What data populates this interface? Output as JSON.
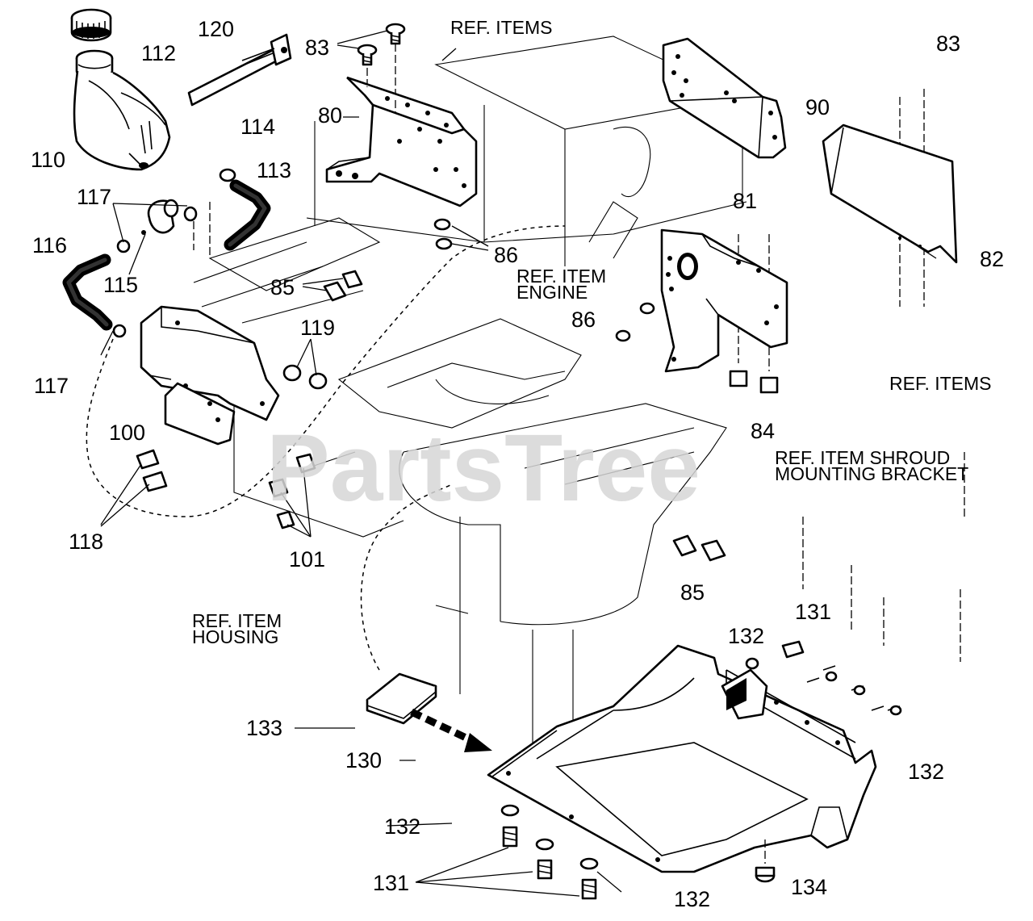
{
  "watermark": "PartsTree",
  "part_labels": {
    "p80": "80",
    "p81": "81",
    "p82": "82",
    "p83a": "83",
    "p83b": "83",
    "p84": "84",
    "p85a": "85",
    "p85b": "85",
    "p86a": "86",
    "p86b": "86",
    "p90": "90",
    "p100": "100",
    "p101": "101",
    "p110": "110",
    "p112": "112",
    "p113": "113",
    "p114": "114",
    "p115": "115",
    "p116": "116",
    "p117a": "117",
    "p117b": "117",
    "p118": "118",
    "p119": "119",
    "p120": "120",
    "p130": "130",
    "p131a": "131",
    "p131b": "131",
    "p132a": "132",
    "p132b": "132",
    "p132c": "132",
    "p132d": "132",
    "p133": "133",
    "p134": "134"
  },
  "ref_labels": {
    "ref_items_top": "REF. ITEMS",
    "ref_item_engine_1": "REF. ITEM",
    "ref_item_engine_2": "ENGINE",
    "ref_items_right": "REF. ITEMS",
    "ref_shroud_1": "REF. ITEM SHROUD",
    "ref_shroud_2": "MOUNTING BRACKET",
    "ref_housing_1": "REF. ITEM",
    "ref_housing_2": "HOUSING"
  }
}
